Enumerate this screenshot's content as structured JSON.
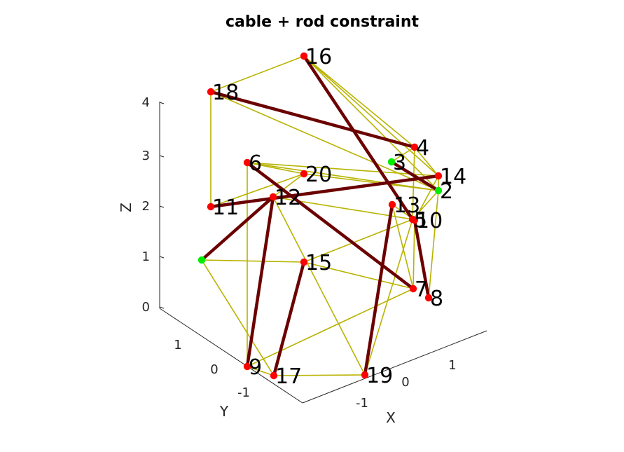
{
  "chart_data": {
    "type": "scatter",
    "title": "cable + rod constraint",
    "xlabel": "X",
    "ylabel": "Y",
    "zlabel": "Z",
    "x_ticks": [
      "-1",
      "0",
      "1"
    ],
    "y_ticks": [
      "-1",
      "0",
      "1"
    ],
    "z_ticks": [
      "0",
      "1",
      "2",
      "3",
      "4"
    ],
    "colors": {
      "node_free": "#ff0000",
      "node_fixed": "#00ee00",
      "cable": "#b8b300",
      "rod": "#6b0000"
    },
    "nodes": [
      {
        "id": "2",
        "label": "2",
        "fixed": true
      },
      {
        "id": "3",
        "label": "3",
        "fixed": true
      },
      {
        "id": "4",
        "label": "4",
        "fixed": false
      },
      {
        "id": "5",
        "label": "5",
        "fixed": false
      },
      {
        "id": "6",
        "label": "6",
        "fixed": false
      },
      {
        "id": "7",
        "label": "7",
        "fixed": false
      },
      {
        "id": "8",
        "label": "8",
        "fixed": false
      },
      {
        "id": "9",
        "label": "9",
        "fixed": false
      },
      {
        "id": "10",
        "label": "10",
        "fixed": false
      },
      {
        "id": "11",
        "label": "11",
        "fixed": false
      },
      {
        "id": "12",
        "label": "12",
        "fixed": false
      },
      {
        "id": "13",
        "label": "13",
        "fixed": false
      },
      {
        "id": "14",
        "label": "14",
        "fixed": false
      },
      {
        "id": "15",
        "label": "15",
        "fixed": false
      },
      {
        "id": "16",
        "label": "16",
        "fixed": false
      },
      {
        "id": "17",
        "label": "17",
        "fixed": false
      },
      {
        "id": "18",
        "label": "18",
        "fixed": false
      },
      {
        "id": "19",
        "label": "19",
        "fixed": false
      },
      {
        "id": "20",
        "label": "20",
        "fixed": false
      },
      {
        "id": "u1",
        "label": "",
        "fixed": true
      }
    ],
    "rods": [
      [
        "18",
        "4"
      ],
      [
        "16",
        "5"
      ],
      [
        "11",
        "14"
      ],
      [
        "u1",
        "12"
      ],
      [
        "12",
        "9"
      ],
      [
        "6",
        "7"
      ],
      [
        "15",
        "17"
      ],
      [
        "13",
        "19"
      ],
      [
        "3",
        "2"
      ],
      [
        "10",
        "8"
      ]
    ],
    "cables": [
      [
        "16",
        "18"
      ],
      [
        "16",
        "4"
      ],
      [
        "16",
        "14"
      ],
      [
        "16",
        "2"
      ],
      [
        "18",
        "11"
      ],
      [
        "18",
        "2"
      ],
      [
        "4",
        "3"
      ],
      [
        "4",
        "14"
      ],
      [
        "4",
        "5"
      ],
      [
        "6",
        "20"
      ],
      [
        "6",
        "14"
      ],
      [
        "6",
        "2"
      ],
      [
        "6",
        "9"
      ],
      [
        "20",
        "11"
      ],
      [
        "20",
        "2"
      ],
      [
        "12",
        "5"
      ],
      [
        "12",
        "19"
      ],
      [
        "12",
        "20"
      ],
      [
        "14",
        "2"
      ],
      [
        "14",
        "10"
      ],
      [
        "2",
        "8"
      ],
      [
        "2",
        "5"
      ],
      [
        "13",
        "10"
      ],
      [
        "13",
        "7"
      ],
      [
        "u1",
        "15"
      ],
      [
        "u1",
        "17"
      ],
      [
        "15",
        "7"
      ],
      [
        "15",
        "5"
      ],
      [
        "9",
        "7"
      ],
      [
        "9",
        "17"
      ],
      [
        "17",
        "19"
      ],
      [
        "19",
        "5"
      ],
      [
        "7",
        "10"
      ],
      [
        "8",
        "10"
      ]
    ]
  }
}
